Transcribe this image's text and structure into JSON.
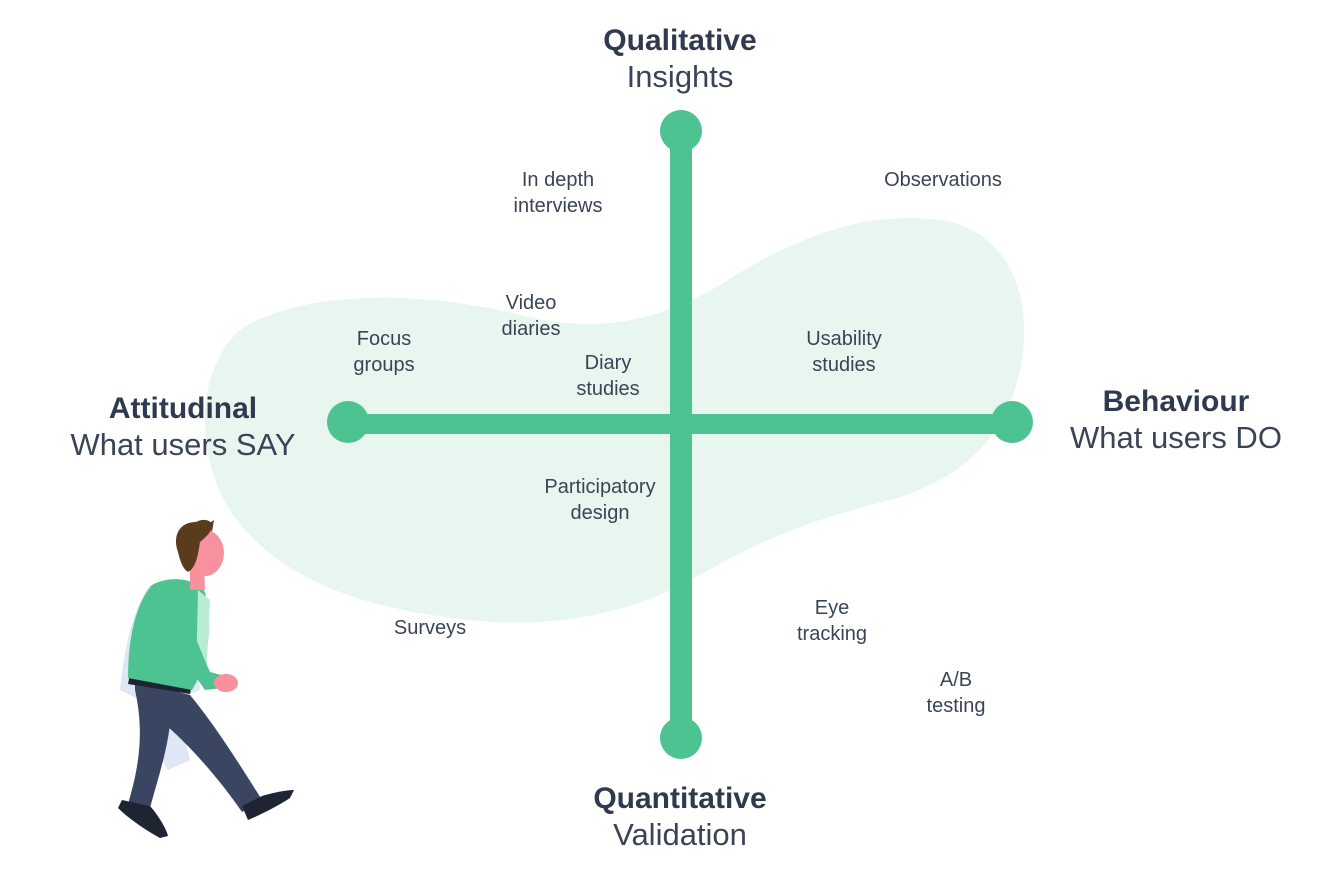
{
  "colors": {
    "axis": "#4cc391",
    "blob": "#e7f6ee",
    "text": "#3b4457",
    "text_bold": "#2f3a4f",
    "shirt": "#4cc391",
    "pants": "#3a4561",
    "hair": "#5b3b1e",
    "skin": "#f6919d",
    "shadow": "#dfe6f4"
  },
  "axes": {
    "top": {
      "bold": "Qualitative",
      "sub": "Insights"
    },
    "bottom": {
      "bold": "Quantitative",
      "sub": "Validation"
    },
    "left": {
      "bold": "Attitudinal",
      "sub": "What users SAY"
    },
    "right": {
      "bold": "Behaviour",
      "sub": "What users DO"
    }
  },
  "methods": [
    {
      "id": "in-depth-interviews",
      "lines": [
        "In depth",
        "interviews"
      ]
    },
    {
      "id": "observations",
      "lines": [
        "Observations"
      ]
    },
    {
      "id": "video-diaries",
      "lines": [
        "Video",
        "diaries"
      ]
    },
    {
      "id": "focus-groups",
      "lines": [
        "Focus",
        "groups"
      ]
    },
    {
      "id": "diary-studies",
      "lines": [
        "Diary",
        "studies"
      ]
    },
    {
      "id": "usability-studies",
      "lines": [
        "Usability",
        "studies"
      ]
    },
    {
      "id": "participatory-design",
      "lines": [
        "Participatory",
        "design"
      ]
    },
    {
      "id": "surveys",
      "lines": [
        "Surveys"
      ]
    },
    {
      "id": "eye-tracking",
      "lines": [
        "Eye",
        "tracking"
      ]
    },
    {
      "id": "ab-testing",
      "lines": [
        "A/B",
        "testing"
      ]
    }
  ],
  "illustration": {
    "icon": "walking-person-icon"
  }
}
